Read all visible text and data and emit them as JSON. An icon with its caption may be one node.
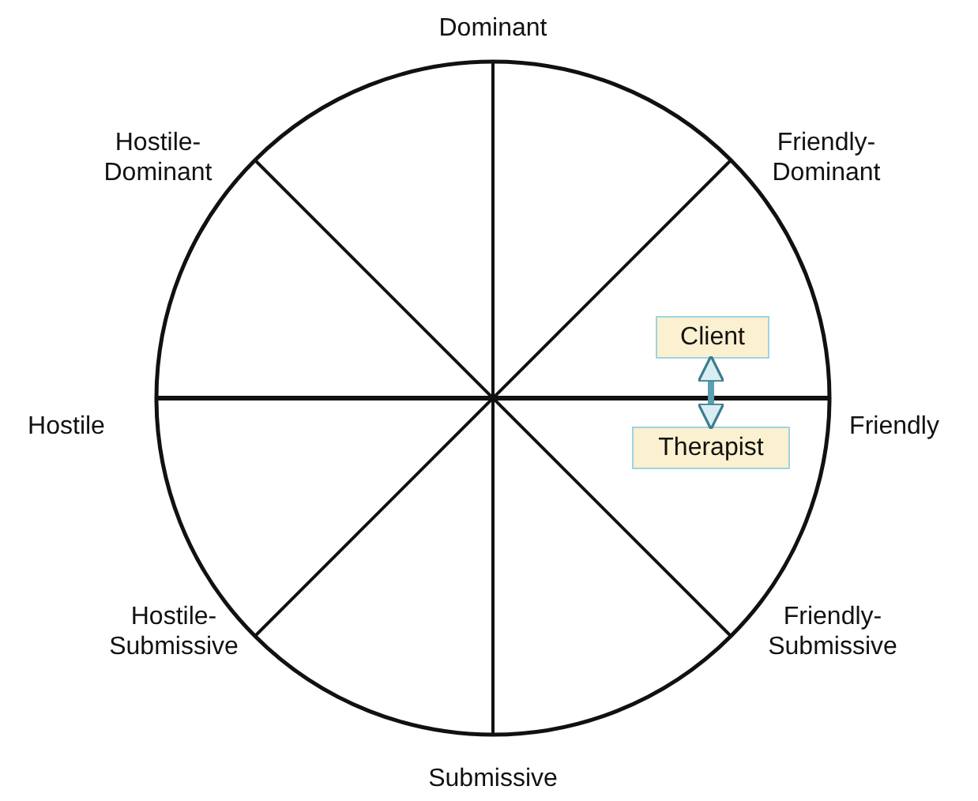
{
  "diagram": {
    "nodes": [
      {
        "text": [
          "Client"
        ]
      },
      {
        "text": [
          "Therapist"
        ]
      }
    ],
    "edges": [
      {
        "from": 0,
        "to": 1,
        "arrow": "both"
      }
    ],
    "labels": [
      "Dominant",
      "Hostile-Dominant",
      "Friendly-Dominant",
      "Hostile",
      "Friendly",
      "Hostile-Submissive",
      "Friendly-Submissive",
      "Submissive"
    ]
  }
}
